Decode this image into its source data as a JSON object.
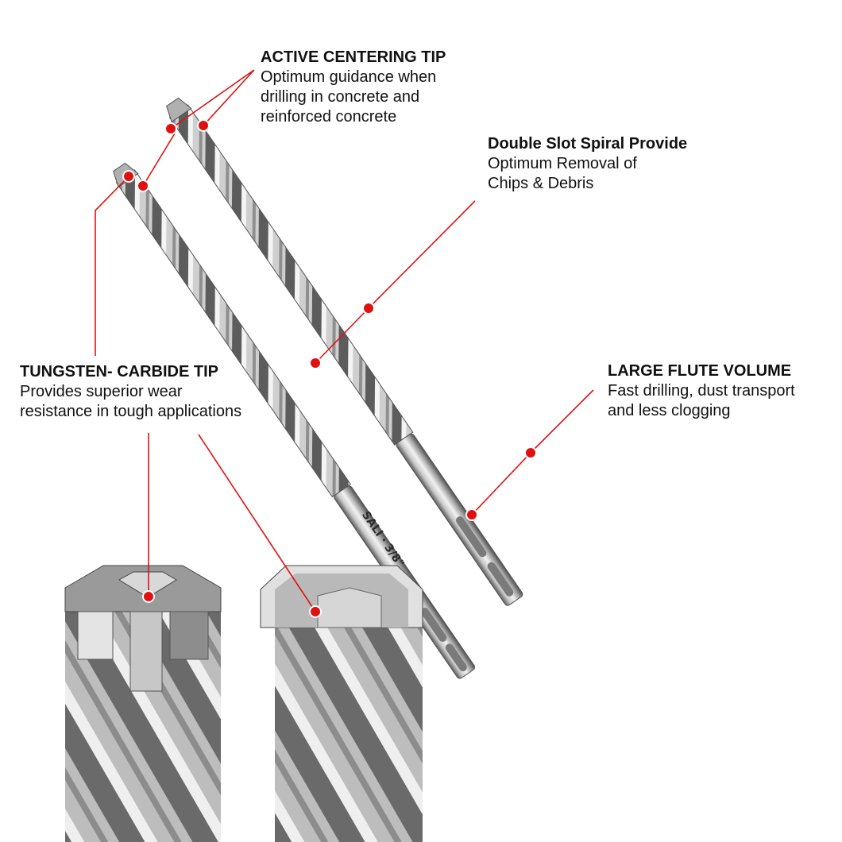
{
  "callouts": [
    {
      "title": "ACTIVE CENTERING TIP",
      "lines": [
        "Optimum guidance when",
        "drilling in concrete and",
        "reinforced concrete"
      ]
    },
    {
      "title": "Double Slot Spiral Provide",
      "lines": [
        "Optimum Removal of",
        "Chips & Debris"
      ]
    },
    {
      "title": "TUNGSTEN- CARBIDE TIP",
      "lines": [
        "Provides superior wear",
        "resistance in tough applications"
      ]
    },
    {
      "title": "LARGE FLUTE VOLUME",
      "lines": [
        "Fast drilling, dust transport",
        "and less clogging"
      ]
    }
  ],
  "shank_marking": "SALI · 3/8\"",
  "colors": {
    "leader_line": "#e01010",
    "dot": "#e01010",
    "steel_light": "#d9d9d9",
    "steel_dark": "#6b6b6b"
  }
}
